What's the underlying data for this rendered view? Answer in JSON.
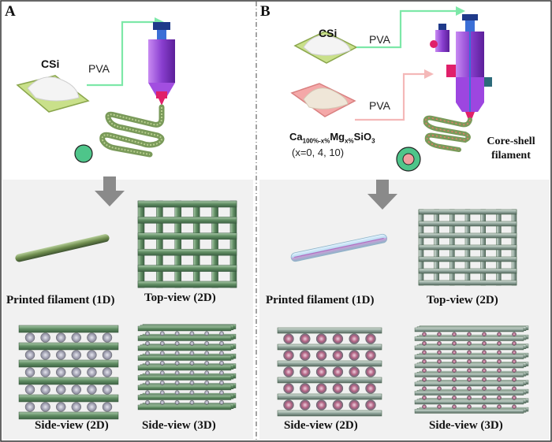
{
  "panels": {
    "a": {
      "label": "A",
      "powder_label": "CSi",
      "arrow_label": "PVA",
      "caption_1d": "Printed filament (1D)",
      "caption_top": "Top-view (2D)",
      "caption_side2d": "Side-view (2D)",
      "caption_side3d": "Side-view (3D)"
    },
    "b": {
      "label": "B",
      "powder_label": "CSi",
      "arrow_label_1": "PVA",
      "arrow_label_2": "PVA",
      "formula": {
        "ca": "Ca",
        "ca_sub": "100%-x%",
        "mg": "Mg",
        "mg_sub": "x%",
        "rest": "SiO",
        "rest_sub": "3"
      },
      "x_note": "(x=0, 4, 10)",
      "core_shell_1": "Core-shell",
      "core_shell_2": "filament",
      "caption_1d": "Printed filament (1D)",
      "caption_top": "Top-view (2D)",
      "caption_side2d": "Side-view (2D)",
      "caption_side3d": "Side-view (3D)"
    }
  },
  "colors": {
    "green_arrow": "#7de8a8",
    "pink_arrow": "#f4b8b8",
    "syringe_purple": "#8a3fd0",
    "nozzle_pink": "#e0206a",
    "filament_green": "#6f9a63",
    "grid_green": "#6e9670",
    "grid_gray": "#8fa59a",
    "dot_gray": "#a9a9b8",
    "dot_pink": "#b06080",
    "down_arrow": "#8a8a8a",
    "core_pink": "#f0a0a0",
    "shell_green": "#4ec58a"
  }
}
